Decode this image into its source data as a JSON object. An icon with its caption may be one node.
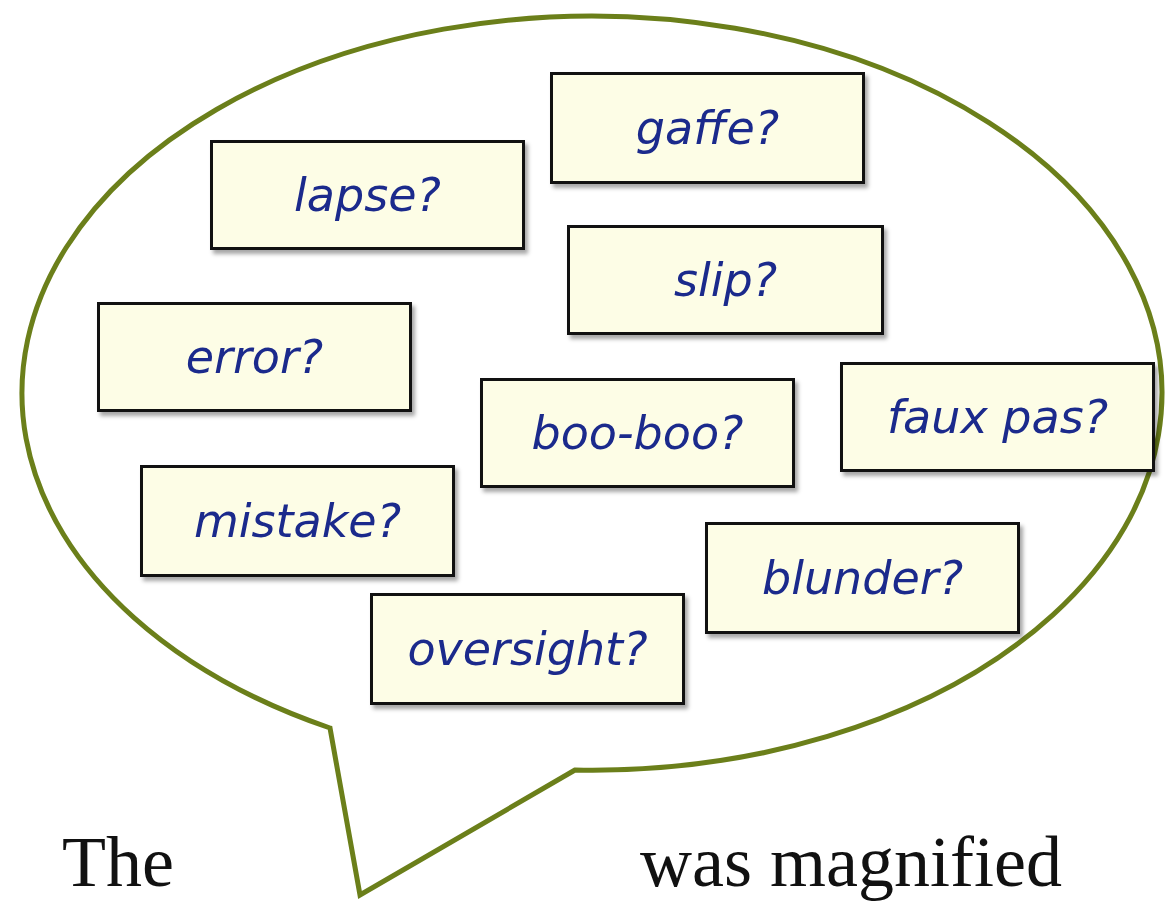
{
  "diagram": {
    "nodes": [
      {
        "text": [],
        "shape": "bubble"
      },
      {
        "text": [
          "lapse?"
        ],
        "in": 0
      },
      {
        "text": [
          "gaffe?"
        ],
        "in": 0
      },
      {
        "text": [
          "slip?"
        ],
        "in": 0
      },
      {
        "text": [
          "error?"
        ],
        "in": 0
      },
      {
        "text": [
          "boo-boo?"
        ],
        "in": 0
      },
      {
        "text": [
          "faux pas?"
        ],
        "in": 0
      },
      {
        "text": [
          "mistake?"
        ],
        "in": 0
      },
      {
        "text": [
          "blunder?"
        ],
        "in": 0
      },
      {
        "text": [
          "oversight?"
        ],
        "in": 0
      }
    ],
    "labels": [
      "The",
      "was magnified"
    ]
  }
}
